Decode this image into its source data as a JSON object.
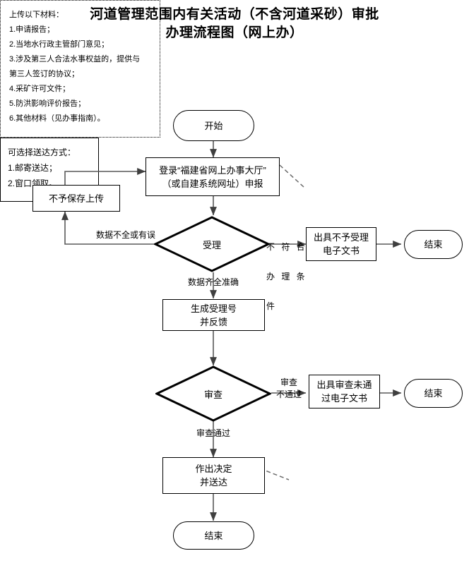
{
  "document": {
    "title_line1": "河道管理范围内有关活动（不含河道采砂）审批",
    "title_line2": "办理流程图（网上办）"
  },
  "nodes": {
    "start": {
      "label": "开始",
      "shape": "terminal"
    },
    "login": {
      "label": "登录“福建省网上办事大厅”\n（或自建系统网址）申报",
      "shape": "process"
    },
    "reject_save": {
      "label": "不予保存上传",
      "shape": "process"
    },
    "accept_decision": {
      "label": "受理",
      "shape": "decision"
    },
    "issue_nonacceptance": {
      "label": "出具不予受理\n电子文书",
      "shape": "process"
    },
    "end_nonacceptance": {
      "label": "结束",
      "shape": "terminal"
    },
    "generate_number": {
      "label": "生成受理号\n并反馈",
      "shape": "process"
    },
    "review_decision": {
      "label": "审查",
      "shape": "decision"
    },
    "issue_review_failed": {
      "label": "出具审查未通\n过电子文书",
      "shape": "process"
    },
    "end_review_failed": {
      "label": "结束",
      "shape": "terminal"
    },
    "make_decision": {
      "label": "作出决定\n并送达",
      "shape": "process"
    },
    "end_final": {
      "label": "结束",
      "shape": "terminal"
    }
  },
  "edge_labels": {
    "data_incomplete": "数据不全或有误",
    "not_meeting_conditions_c1": "不 符 合",
    "not_meeting_conditions_c2": "办 理 条",
    "not_meeting_conditions_c3": "件",
    "data_complete": "数据齐全准确",
    "review_failed": "审查\n不通过",
    "review_passed": "审查通过"
  },
  "notes": {
    "upload_materials": {
      "heading": "上传以下材料：",
      "items": [
        "1.申请报告；",
        "2.当地水行政主管部门意见；",
        "3.涉及第三人合法水事权益的，提供与",
        "第三人签订的协议；",
        "4.采矿许可文件；",
        "5.防洪影响评价报告；",
        "6.其他材料（见办事指南）。"
      ]
    },
    "delivery_methods": {
      "heading": "可选择送达方式：",
      "items": [
        "1.邮寄送达；",
        "2.窗口领取。"
      ]
    }
  },
  "colors": {
    "stroke": "#000000",
    "connector": "#595959",
    "background": "#ffffff"
  }
}
